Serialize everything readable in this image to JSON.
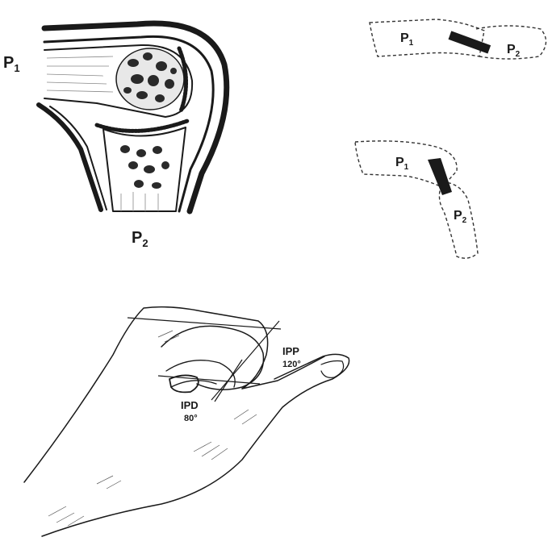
{
  "joint_section": {
    "proximal_label": {
      "letter": "P",
      "sub": "1"
    },
    "distal_label": {
      "letter": "P",
      "sub": "2"
    }
  },
  "extended_outline": {
    "proximal_label": {
      "letter": "P",
      "sub": "1"
    },
    "distal_label": {
      "letter": "P",
      "sub": "2"
    }
  },
  "flexed_outline": {
    "proximal_label": {
      "letter": "P",
      "sub": "1"
    },
    "distal_label": {
      "letter": "P",
      "sub": "2"
    }
  },
  "hand": {
    "ipp_label": "IPP",
    "ipp_angle": "120°",
    "ipd_label": "IPD",
    "ipd_angle": "80°"
  }
}
